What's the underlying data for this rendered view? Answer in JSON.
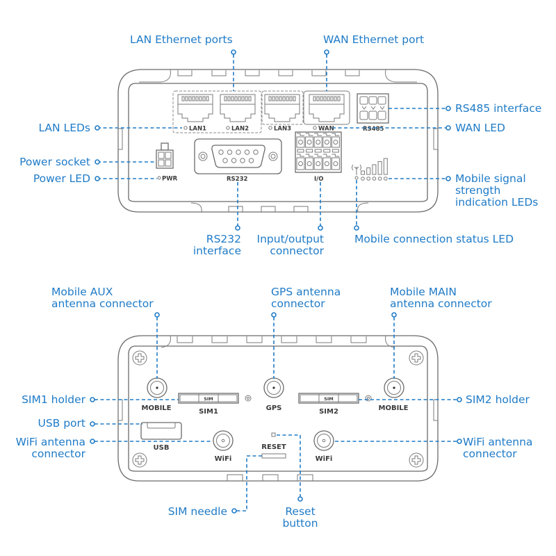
{
  "front_panel": {
    "callouts": {
      "lan_ports": "LAN Ethernet ports",
      "wan_port": "WAN Ethernet port",
      "lan_leds": "LAN LEDs",
      "power_socket": "Power socket",
      "power_led": "Power LED",
      "rs485": "RS485 interface",
      "wan_led": "WAN LED",
      "signal_leds": [
        "Mobile signal",
        "strength",
        "indication LEDs"
      ],
      "rs232": [
        "RS232",
        "interface"
      ],
      "io": [
        "Input/output",
        "connector"
      ],
      "mobile_status": "Mobile connection status LED"
    },
    "labels": {
      "lan1": "LAN1",
      "lan2": "LAN2",
      "lan3": "LAN3",
      "wan": "WAN",
      "rs485": "RS485",
      "pwr": "PWR",
      "rs232": "RS232",
      "io": "I/O"
    },
    "signal_led_count": 5,
    "io_terminal_columns": 5
  },
  "back_panel": {
    "callouts": {
      "mobile_aux": [
        "Mobile AUX",
        "antenna connector"
      ],
      "gps": [
        "GPS antenna",
        "connector"
      ],
      "mobile_main": [
        "Mobile MAIN",
        "antenna connector"
      ],
      "sim1": "SIM1 holder",
      "usb": "USB port",
      "wifi_left": [
        "WiFi antenna",
        "connector"
      ],
      "sim2": "SIM2 holder",
      "wifi_right": [
        "WiFi antenna",
        "connector"
      ],
      "sim_needle": "SIM needle",
      "reset": [
        "Reset",
        "button"
      ]
    },
    "labels": {
      "mobile_left": "MOBILE",
      "sim1": "SIM1",
      "sim_tray": "SIM",
      "gps": "GPS",
      "sim2": "SIM2",
      "mobile_right": "MOBILE",
      "usb": "USB",
      "wifi_left": "WiFi",
      "reset": "RESET",
      "wifi_right": "WiFi"
    }
  },
  "colors": {
    "callout": "#1f7bc7",
    "device_outline": "#6a6a6a",
    "device_label": "#3a3a3a"
  }
}
